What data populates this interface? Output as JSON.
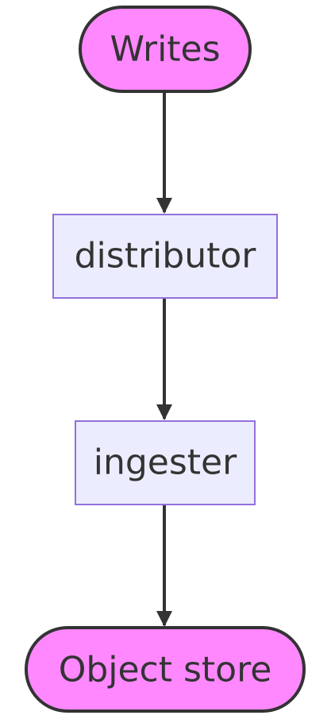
{
  "diagram": {
    "nodes": [
      {
        "id": "writes",
        "label": "Writes",
        "shape": "stadium",
        "fill": "#ff88ff",
        "stroke": "#333333"
      },
      {
        "id": "distributor",
        "label": "distributor",
        "shape": "rect",
        "fill": "#ececff",
        "stroke": "#9370db"
      },
      {
        "id": "ingester",
        "label": "ingester",
        "shape": "rect",
        "fill": "#ececff",
        "stroke": "#9370db"
      },
      {
        "id": "object-store",
        "label": "Object store",
        "shape": "stadium",
        "fill": "#ff88ff",
        "stroke": "#333333"
      }
    ],
    "edges": [
      {
        "from": "writes",
        "to": "distributor"
      },
      {
        "from": "distributor",
        "to": "ingester"
      },
      {
        "from": "ingester",
        "to": "object-store"
      }
    ],
    "edge_color": "#333333"
  }
}
